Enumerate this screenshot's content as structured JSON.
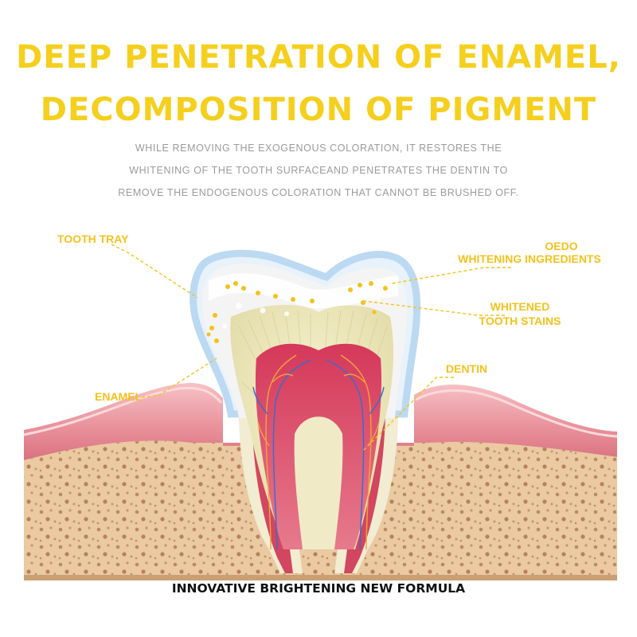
{
  "headline": {
    "line1": "DEEP PENETRATION OF ENAMEL,",
    "line2": "DECOMPOSITION OF PIGMENT"
  },
  "subtitle": {
    "line1": "WHILE REMOVING THE EXOGENOUS COLORATION, IT RESTORES THE",
    "line2": "WHITENING OF THE TOOTH SURFACEAND PENETRATES THE DENTIN TO",
    "line3": "REMOVE THE ENDOGENOUS COLORATION THAT CANNOT BE BRUSHED OFF."
  },
  "labels": {
    "tooth_tray": "TOOTH TRAY",
    "whitening_line1": "OEDO",
    "whitening_line2": "WHITENING INGREDIENTS",
    "stains_line1": "WHITENED",
    "stains_line2": "TOOTH STAINS",
    "dentin": "DENTIN",
    "enamel": "ENAMEL"
  },
  "footer": "INNOVATIVE BRIGHTENING NEW FORMULA",
  "colors": {
    "headline": "#f5cf1e",
    "label": "#f3c21b",
    "subtitle": "#9b9b9b",
    "gum": "#e9909a",
    "bone": "#e8c59e",
    "pulp": "#c8304f",
    "tray": "#cfe4f6"
  }
}
